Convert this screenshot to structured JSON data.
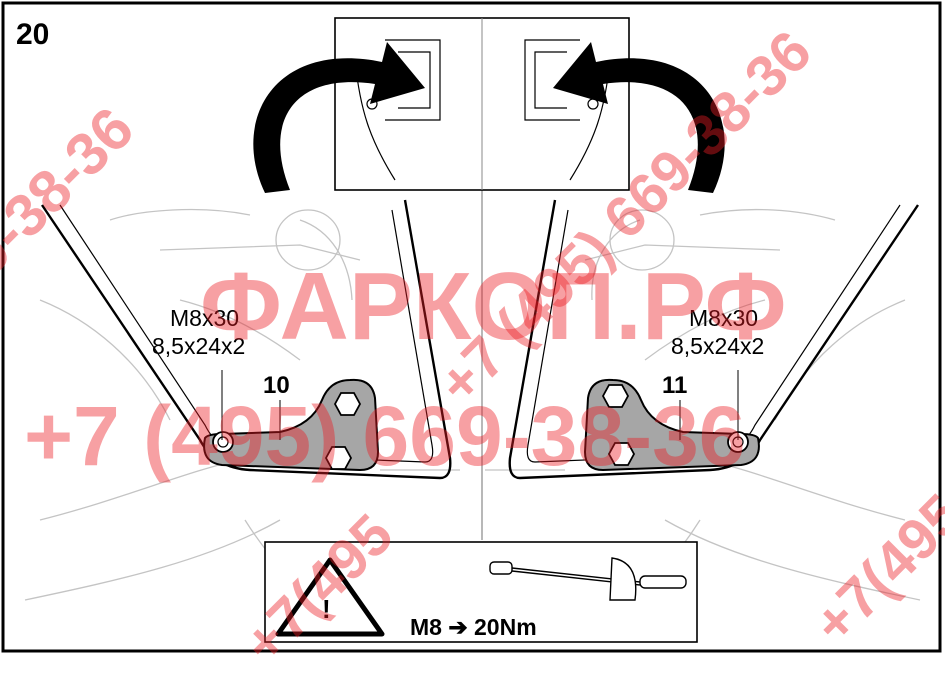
{
  "step": {
    "number": "20"
  },
  "left_bracket": {
    "bolt_size": "M8x30",
    "washer_size": "8,5x24x2",
    "callout": "10"
  },
  "right_bracket": {
    "bolt_size": "M8x30",
    "washer_size": "8,5x24x2",
    "callout": "11"
  },
  "torque_box": {
    "warning_symbol": "!",
    "spec": "M8 ➔ 20Nm",
    "tool_icon": "torque-wrench-icon"
  },
  "watermark": {
    "site": "ФАРКОП.РФ",
    "phone": "+7 (495) 669-38-36",
    "phone_partial_left": "9-38-36",
    "phone_partial_right": "+7(495"
  },
  "colors": {
    "line": "#000000",
    "bracket_fill": "#a6a6a6",
    "watermark": "#ed1c24"
  }
}
